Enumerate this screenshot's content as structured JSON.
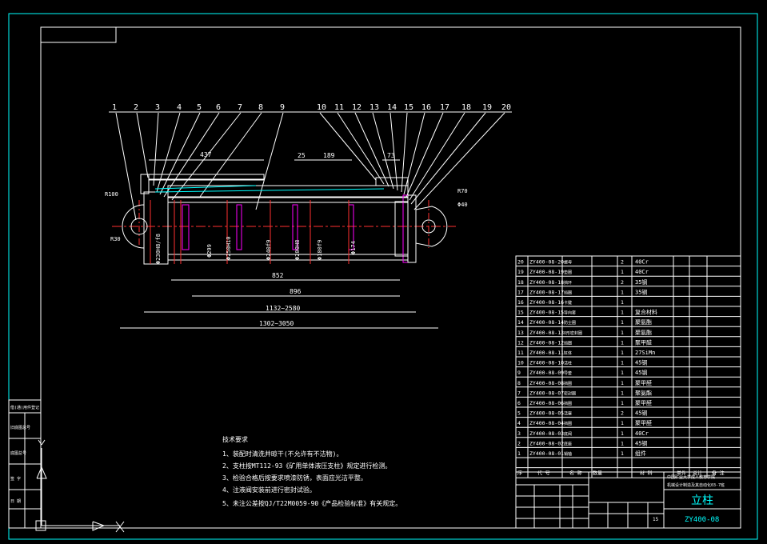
{
  "colors": {
    "background": "#000000",
    "frame": "#ffffff",
    "dimension": "#00ffff",
    "centerline": "#ff3030",
    "magenta": "#ff00ff",
    "yellow": "#ffd000"
  },
  "drawing": {
    "part_numbers": [
      "1",
      "2",
      "3",
      "4",
      "5",
      "6",
      "7",
      "8",
      "9",
      "10",
      "11",
      "12",
      "13",
      "14",
      "15",
      "16",
      "17",
      "18",
      "19",
      "20"
    ],
    "dimensions": {
      "d437": "437",
      "d25": "25",
      "d189": "189",
      "d73": "73",
      "d852": "852",
      "d896": "896",
      "d1132": "1132~2580",
      "d1302": "1302~3050",
      "r100": "R100",
      "r30": "R30",
      "r70": "R70",
      "phi40": "Φ40"
    },
    "vertical_dims": [
      "Φ230H8/f8",
      "Φ299",
      "Φ250H10",
      "Φ240f9",
      "Φ200H8",
      "Φ180f9",
      "Φ174"
    ]
  },
  "notes": {
    "title": "技术要求",
    "items": [
      "1、装配时清洗并晾干(不允许有不洁物)。",
      "2、支柱按MT112-93《矿用单体液压支柱》规定进行检测。",
      "3、检验合格后按要求喷漆防锈，表面应光洁平整。",
      "4、注液阀安装前进行密封试验。",
      "5、未注公差按QJ/T22M0059-90《产品检验标准》有关规定。"
    ]
  },
  "bom": {
    "rows": [
      {
        "no": "20",
        "code": "ZY400-08-20",
        "name": "螺母",
        "qty": "2",
        "material": "40Cr"
      },
      {
        "no": "19",
        "code": "ZY400-08-19",
        "name": "垫圈",
        "qty": "1",
        "material": "40Cr"
      },
      {
        "no": "18",
        "code": "ZY400-08-18",
        "name": "挡环",
        "qty": "2",
        "material": "35钢"
      },
      {
        "no": "17",
        "code": "ZY400-08-17",
        "name": "挡圈",
        "qty": "1",
        "material": "35钢"
      },
      {
        "no": "16",
        "code": "ZY400-08-16",
        "name": "卡键",
        "qty": "1",
        "material": ""
      },
      {
        "no": "15",
        "code": "ZY400-08-15",
        "name": "导向套",
        "qty": "1",
        "material": "复合材料"
      },
      {
        "no": "14",
        "code": "ZY400-08-14",
        "name": "防尘圈",
        "qty": "1",
        "material": "聚氨酯"
      },
      {
        "no": "13",
        "code": "ZY400-08-13",
        "name": "O形密封圈",
        "qty": "1",
        "material": "聚氨酯"
      },
      {
        "no": "12",
        "code": "ZY400-08-12",
        "name": "挡圈",
        "qty": "1",
        "material": "聚甲醛"
      },
      {
        "no": "11",
        "code": "ZY400-08-11",
        "name": "缸体",
        "qty": "1",
        "material": "27SiMn"
      },
      {
        "no": "10",
        "code": "ZY400-08-10",
        "name": "活柱",
        "qty": "1",
        "material": "45钢"
      },
      {
        "no": "9",
        "code": "ZY400-08-09",
        "name": "导套",
        "qty": "1",
        "material": "45钢"
      },
      {
        "no": "8",
        "code": "ZY400-08-08",
        "name": "挡圈",
        "qty": "1",
        "material": "聚甲醛"
      },
      {
        "no": "7",
        "code": "ZY400-08-07",
        "name": "密封圈",
        "qty": "1",
        "material": "聚氨酯"
      },
      {
        "no": "6",
        "code": "ZY400-08-06",
        "name": "挡圈",
        "qty": "1",
        "material": "聚甲醛"
      },
      {
        "no": "5",
        "code": "ZY400-08-05",
        "name": "活塞",
        "qty": "2",
        "material": "45钢"
      },
      {
        "no": "4",
        "code": "ZY400-08-04",
        "name": "挡圈",
        "qty": "1",
        "material": "聚甲醛"
      },
      {
        "no": "3",
        "code": "ZY400-08-03",
        "name": "底阀",
        "qty": "1",
        "material": "40Cr"
      },
      {
        "no": "2",
        "code": "ZY400-08-02",
        "name": "底座",
        "qty": "1",
        "material": "45钢"
      },
      {
        "no": "1",
        "code": "ZY400-08-01",
        "name": "销轴",
        "qty": "1",
        "material": "组件"
      }
    ],
    "header": {
      "no": "序",
      "code": "代  号",
      "name": "名  称",
      "qty": "数量",
      "material": "材  料",
      "weight": "单件",
      "total": "总计",
      "mass": "重  量",
      "remark": "备  注"
    }
  },
  "title_block": {
    "part_name": "立柱",
    "drawing_no": "ZY400-08",
    "company": "中国矿业大学成人教育学院",
    "class_line": "机械设计制造及其自动化03-7班",
    "scale": "15"
  },
  "left_strip": [
    "借(通)用件登记",
    "旧底图总号",
    "底图总号",
    "签  字",
    "日  期"
  ]
}
